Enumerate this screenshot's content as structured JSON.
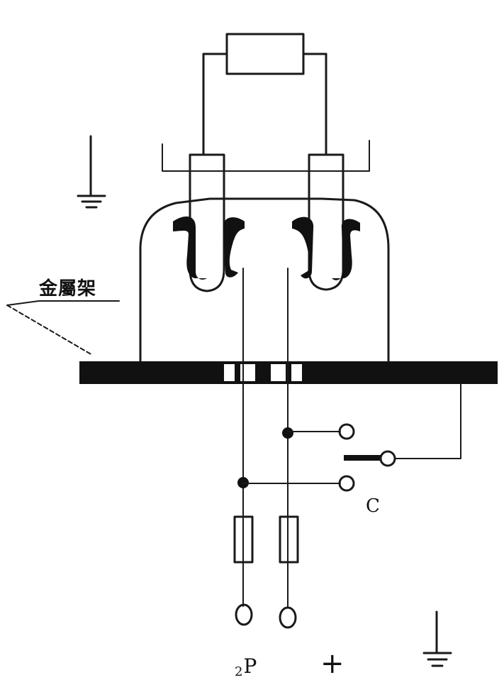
{
  "labels": {
    "metal_frame": "金屬架",
    "capacitor": "C",
    "sub_2": "2",
    "p": "P",
    "plus": "+"
  },
  "colors": {
    "ink": "#1a1a1a",
    "background": "#ffffff"
  },
  "icons": [
    "ground-symbol-icon",
    "ground-symbol-icon"
  ]
}
